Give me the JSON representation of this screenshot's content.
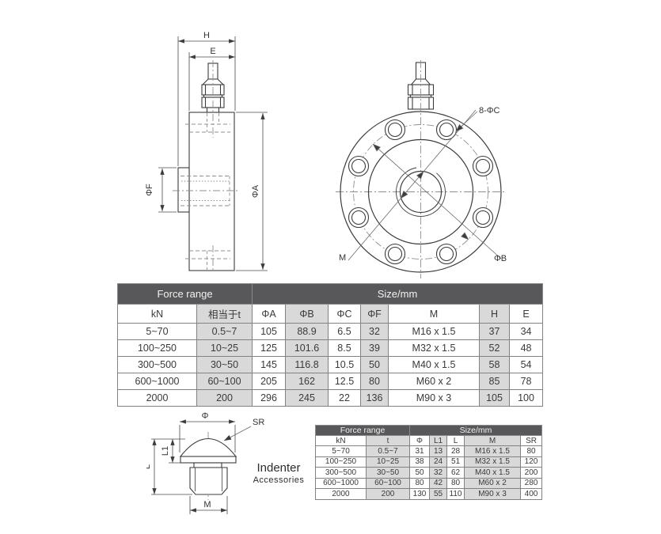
{
  "colors": {
    "table_header_bg": "#58585a",
    "table_header_text": "#f2f2f2",
    "table_shaded_cell": "#d9d9d9",
    "table_border": "#828282",
    "drawing_line": "#3c3c3c"
  },
  "drawings": {
    "side_view": {
      "labels": {
        "h": "H",
        "e": "E",
        "phi_f": "ΦF",
        "phi_a": "ΦA"
      }
    },
    "front_view": {
      "labels": {
        "bolt_holes": "8-ΦC",
        "thread": "M",
        "bolt_circle": "ΦB"
      }
    },
    "indenter": {
      "labels": {
        "phi": "Φ",
        "sr": "SR",
        "l1": "L1",
        "l": "L",
        "m": "M"
      },
      "caption_title": "Indenter",
      "caption_subtitle": "Accessories"
    }
  },
  "main_table": {
    "group_headers": [
      {
        "label": "Force range",
        "span": 2
      },
      {
        "label": "Size/mm",
        "span": 7
      }
    ],
    "columns": [
      "kN",
      "相当于t",
      "ΦA",
      "ΦB",
      "ΦC",
      "ΦF",
      "M",
      "H",
      "E"
    ],
    "rows": [
      [
        "5~70",
        "0.5~7",
        "105",
        "88.9",
        "6.5",
        "32",
        "M16 x 1.5",
        "37",
        "34"
      ],
      [
        "100~250",
        "10~25",
        "125",
        "101.6",
        "8.5",
        "39",
        "M32 x 1.5",
        "52",
        "48"
      ],
      [
        "300~500",
        "30~50",
        "145",
        "116.8",
        "10.5",
        "50",
        "M40 x 1.5",
        "58",
        "54"
      ],
      [
        "600~1000",
        "60~100",
        "205",
        "162",
        "12.5",
        "80",
        "M60 x 2",
        "85",
        "78"
      ],
      [
        "2000",
        "200",
        "296",
        "245",
        "22",
        "136",
        "M90 x 3",
        "105",
        "100"
      ]
    ]
  },
  "accessory_table": {
    "group_headers": [
      {
        "label": "Force range",
        "span": 2
      },
      {
        "label": "Size/mm",
        "span": 5
      }
    ],
    "columns": [
      "kN",
      "t",
      "Φ",
      "L1",
      "L",
      "M",
      "SR"
    ],
    "rows": [
      [
        "5~70",
        "0.5~7",
        "31",
        "13",
        "28",
        "M16 x 1.5",
        "80"
      ],
      [
        "100~250",
        "10~25",
        "38",
        "24",
        "51",
        "M32 x 1.5",
        "120"
      ],
      [
        "300~500",
        "30~50",
        "50",
        "32",
        "62",
        "M40 x 1.5",
        "200"
      ],
      [
        "600~1000",
        "60~100",
        "80",
        "42",
        "80",
        "M60 x 2",
        "280"
      ],
      [
        "2000",
        "200",
        "130",
        "55",
        "110",
        "M90 x 3",
        "400"
      ]
    ]
  }
}
